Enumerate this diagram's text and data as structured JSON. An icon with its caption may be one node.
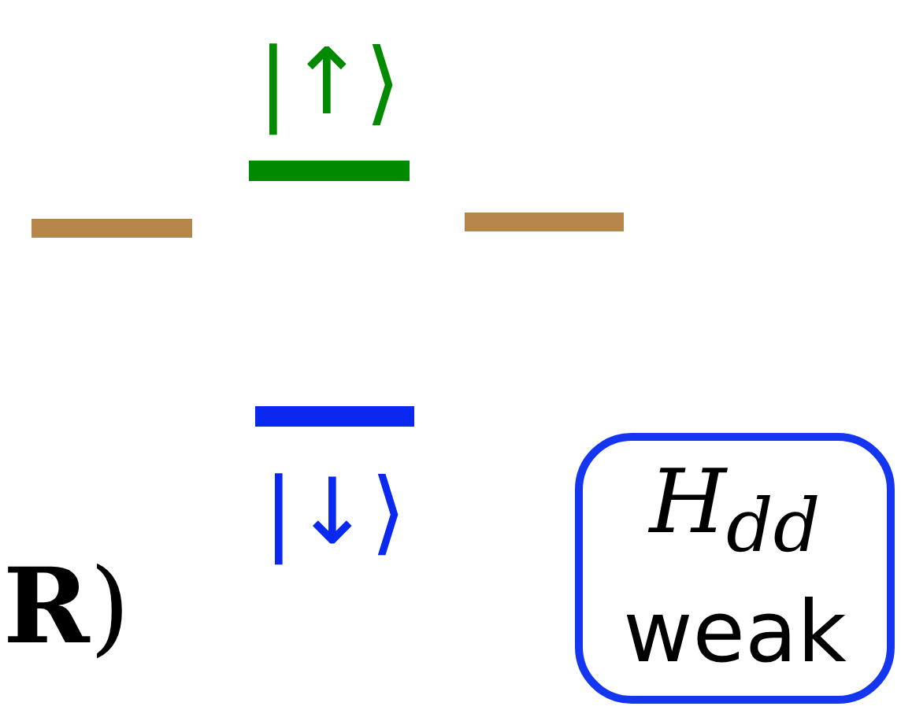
{
  "diagram": {
    "nodes": [
      {
        "text": [
          "|↑⟩"
        ]
      },
      {
        "text": [],
        "shape": "bar"
      },
      {
        "text": [],
        "shape": "bar"
      },
      {
        "text": [
          "|↓⟩"
        ]
      },
      {
        "text": [
          "*H*$_{dd}$",
          "weak"
        ]
      }
    ],
    "labels": [
      "**R**)"
    ]
  }
}
